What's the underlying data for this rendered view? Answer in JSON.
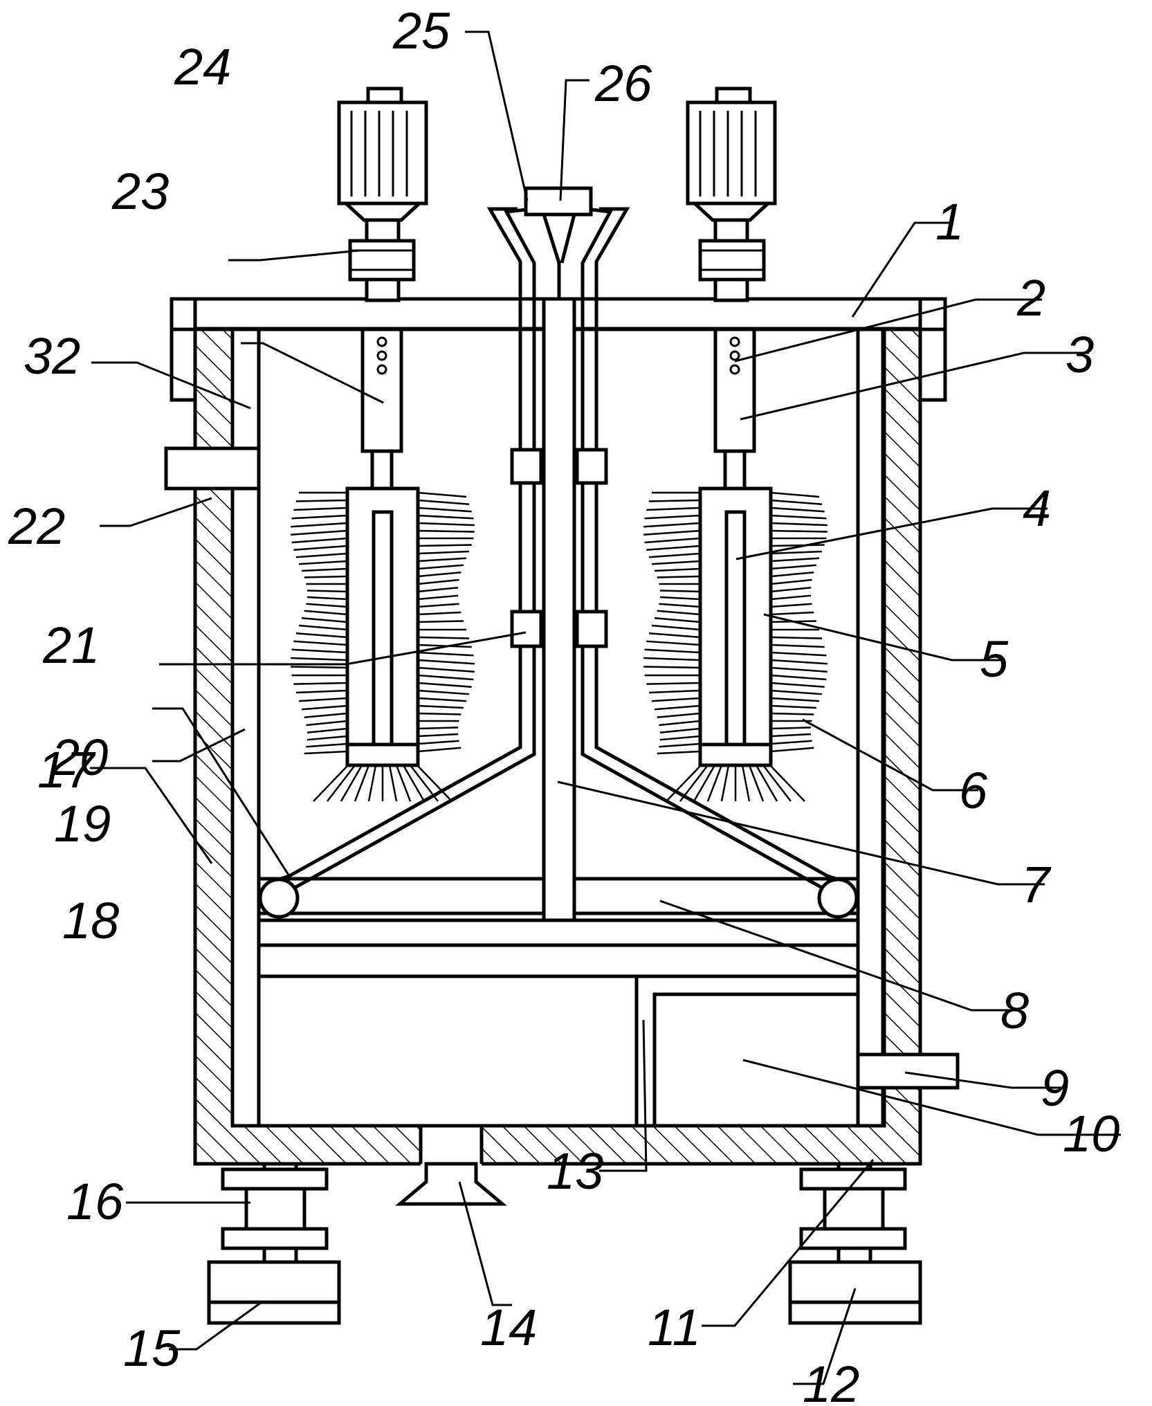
{
  "figure": {
    "labels": {
      "l1": "1",
      "l2": "2",
      "l3": "3",
      "l4": "4",
      "l5": "5",
      "l6": "6",
      "l7": "7",
      "l8": "8",
      "l9": "9",
      "l10": "10",
      "l11": "11",
      "l12": "12",
      "l13": "13",
      "l14": "14",
      "l15": "15",
      "l16": "16",
      "l17": "17",
      "l18": "18",
      "l19": "19",
      "l20": "20",
      "l21": "21",
      "l22": "22",
      "l23": "23",
      "l24": "24",
      "l25": "25",
      "l26": "26",
      "l32": "32"
    }
  }
}
